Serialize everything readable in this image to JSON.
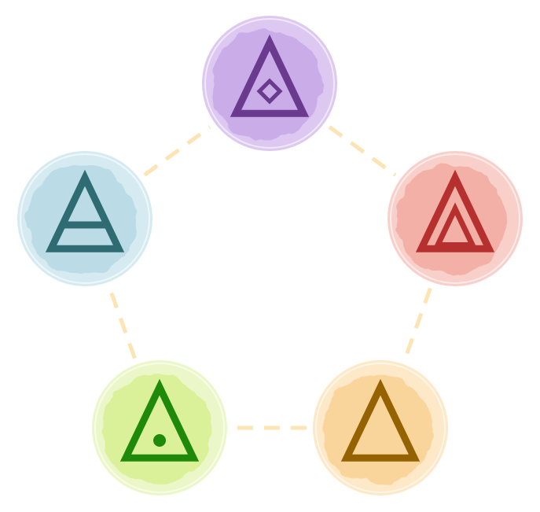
{
  "connector_color": "#fde4b5",
  "nodes": [
    {
      "id": "spirit",
      "icon": "triangle-diamond-icon",
      "bg": "#dcc8f0",
      "bg_core": "#c3a3e6",
      "glyph": "#6a3a8f"
    },
    {
      "id": "fire",
      "icon": "triangle-nested-icon",
      "bg": "#f9cfca",
      "bg_core": "#f2a69c",
      "glyph": "#b5302e"
    },
    {
      "id": "earth",
      "icon": "triangle-icon",
      "bg": "#fde8c8",
      "bg_core": "#f8cf8e",
      "glyph": "#946200"
    },
    {
      "id": "life",
      "icon": "triangle-dot-icon",
      "bg": "#ecf7c9",
      "bg_core": "#d5f08a",
      "glyph": "#1f8a0a"
    },
    {
      "id": "air",
      "icon": "triangle-bar-icon",
      "bg": "#d6ebf1",
      "bg_core": "#b3d8e4",
      "glyph": "#2f6b73"
    }
  ]
}
